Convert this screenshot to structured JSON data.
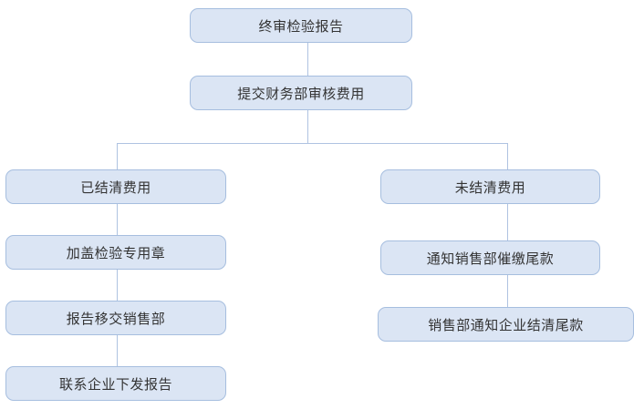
{
  "diagram": {
    "type": "flowchart",
    "background_color": "#ffffff",
    "node_fill_color": "#dbe5f4",
    "node_border_color": "#a6bedf",
    "connector_color": "#afc3e1",
    "text_color": "#333333",
    "nodes": [
      {
        "id": "final-inspection-report",
        "label": "终审检验报告"
      },
      {
        "id": "submit-finance-review",
        "label": "提交财务部审核费用"
      },
      {
        "id": "fees-settled",
        "label": "已结清费用"
      },
      {
        "id": "stamp-inspection-seal",
        "label": "加盖检验专用章"
      },
      {
        "id": "report-to-sales",
        "label": "报告移交销售部"
      },
      {
        "id": "contact-enterprise-issue",
        "label": "联系企业下发报告"
      },
      {
        "id": "fees-unsettled",
        "label": "未结清费用"
      },
      {
        "id": "notify-sales-collect",
        "label": "通知销售部催缴尾款"
      },
      {
        "id": "sales-notify-enterprise",
        "label": "销售部通知企业结清尾款"
      }
    ],
    "edges": [
      {
        "from": "final-inspection-report",
        "to": "submit-finance-review"
      },
      {
        "from": "submit-finance-review",
        "to": "fees-settled"
      },
      {
        "from": "submit-finance-review",
        "to": "fees-unsettled"
      },
      {
        "from": "fees-settled",
        "to": "stamp-inspection-seal"
      },
      {
        "from": "stamp-inspection-seal",
        "to": "report-to-sales"
      },
      {
        "from": "report-to-sales",
        "to": "contact-enterprise-issue"
      },
      {
        "from": "fees-unsettled",
        "to": "notify-sales-collect"
      },
      {
        "from": "notify-sales-collect",
        "to": "sales-notify-enterprise"
      }
    ]
  }
}
